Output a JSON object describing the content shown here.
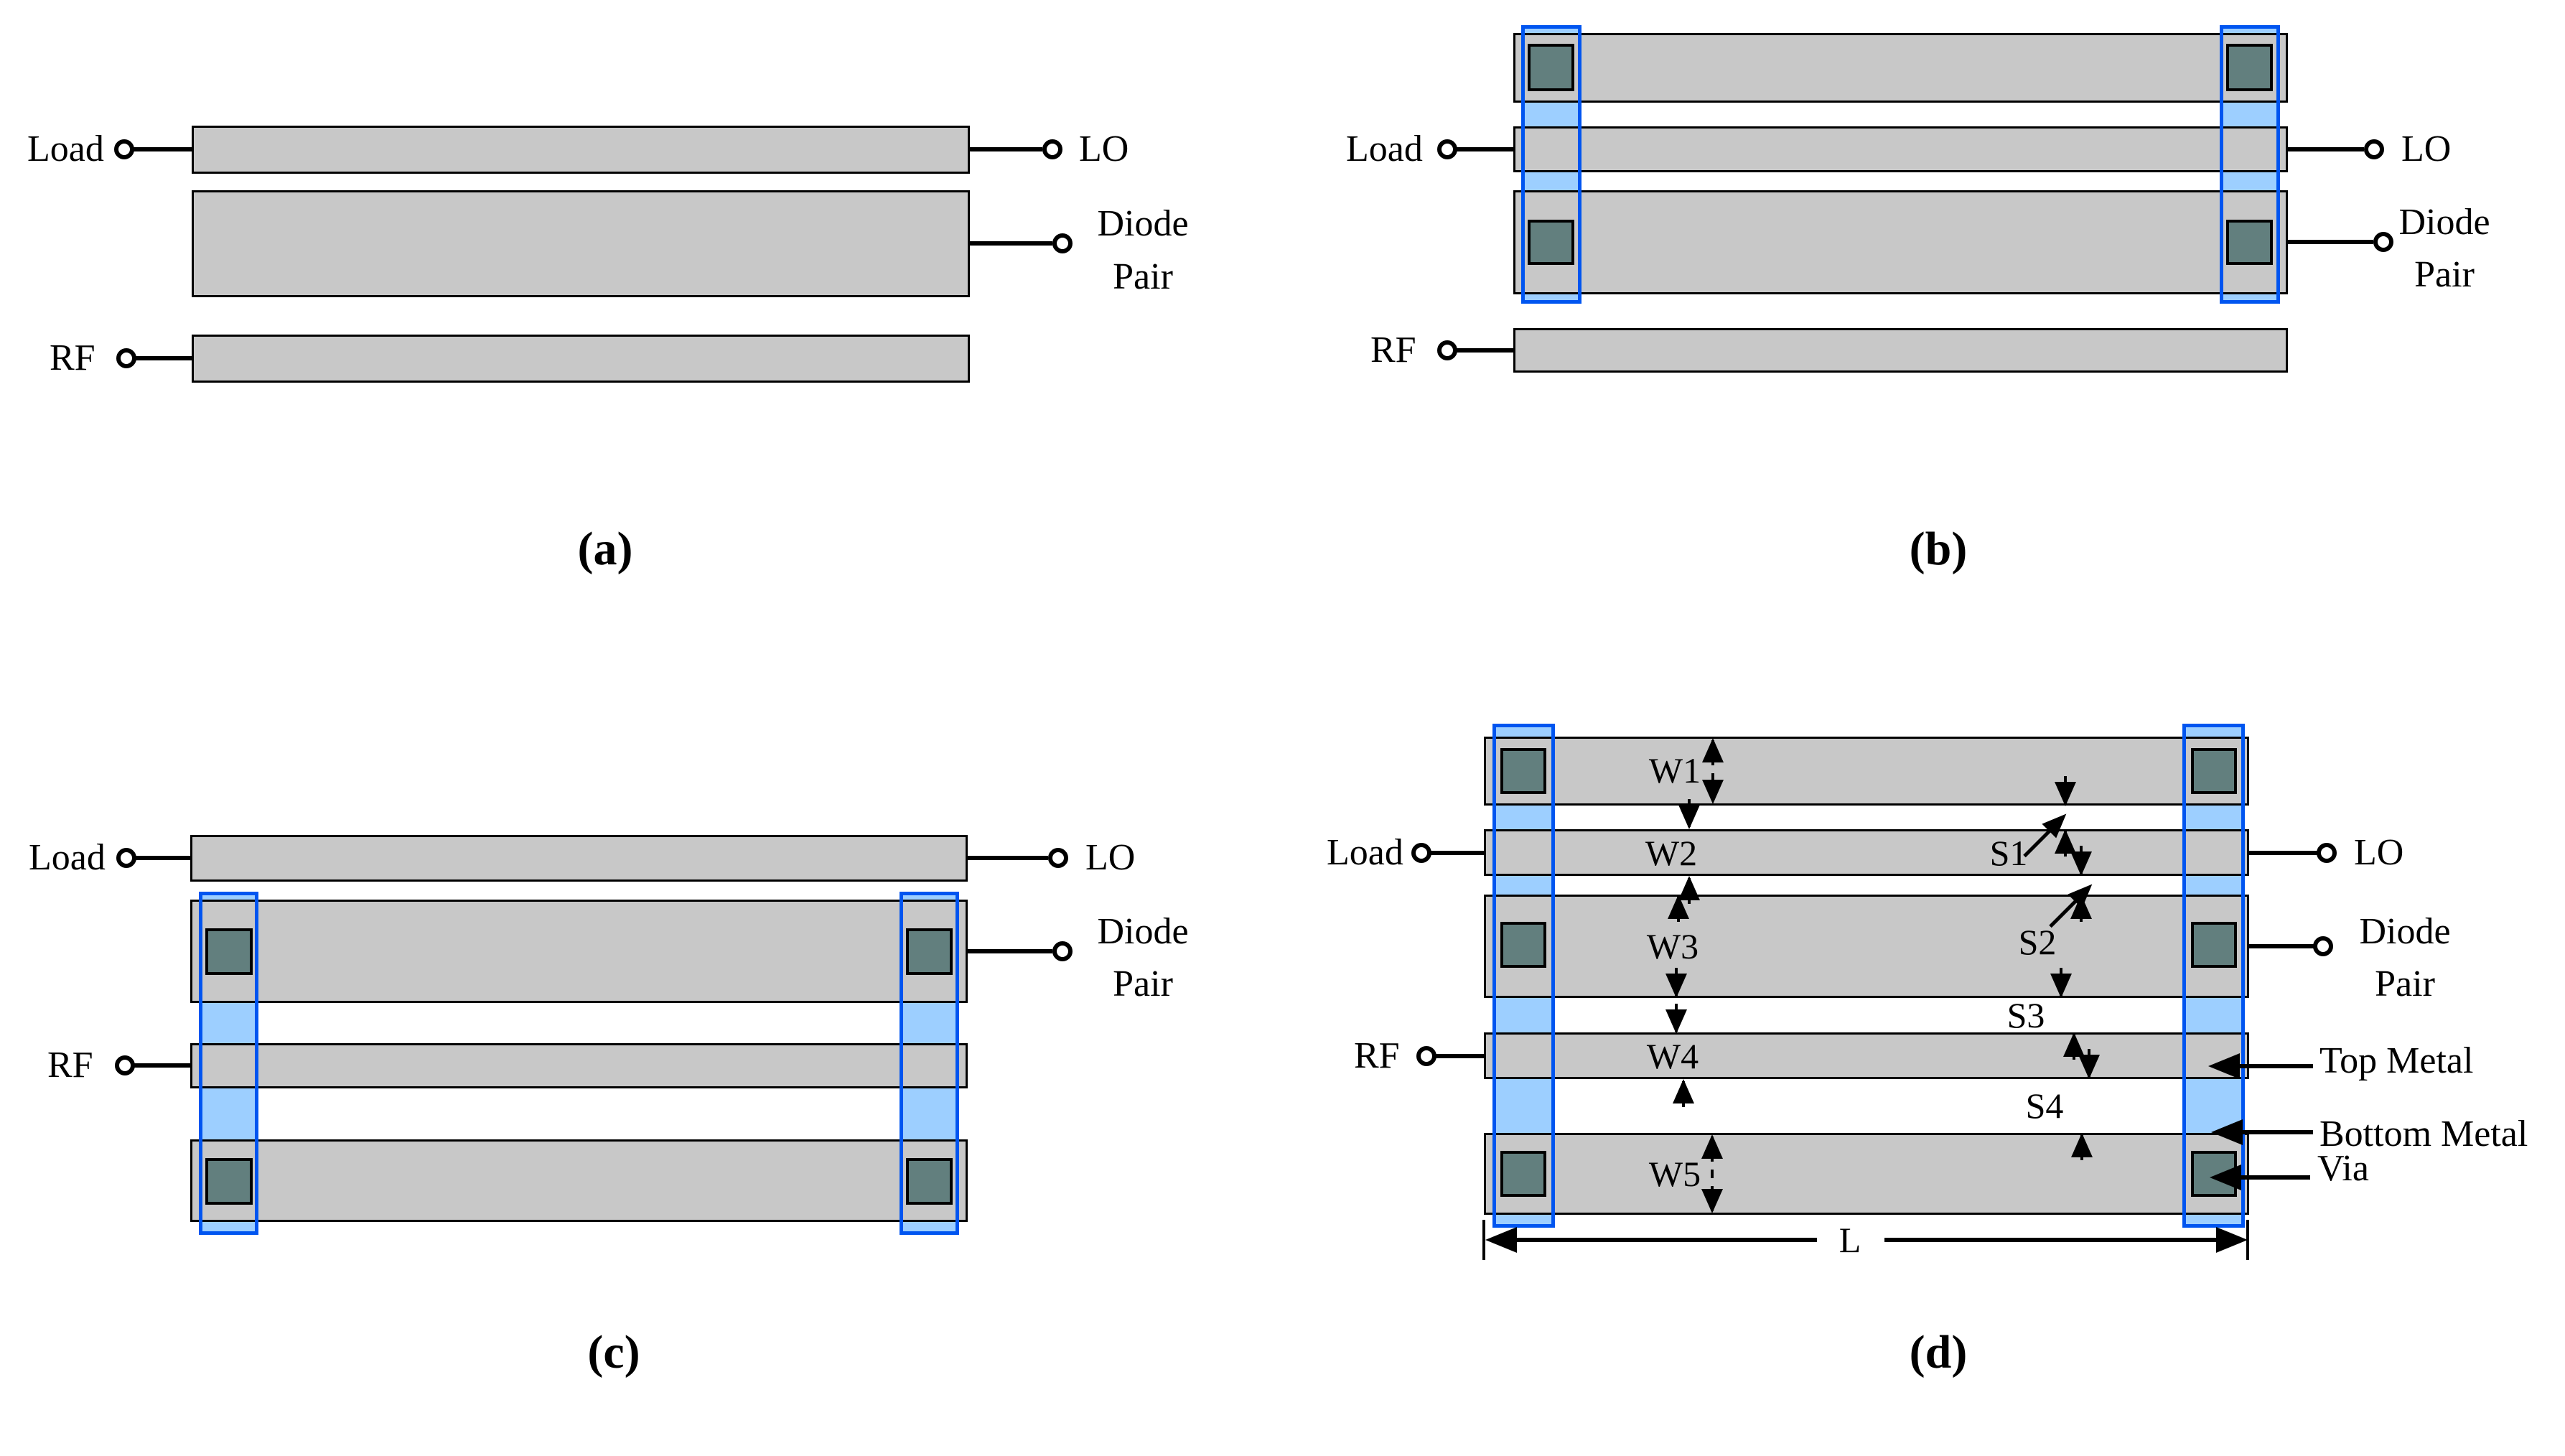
{
  "panels": {
    "a": {
      "caption": "(a)",
      "ports": {
        "load": "Load",
        "lo": "LO",
        "diode_line1": "Diode",
        "diode_line2": "Pair",
        "rf": "RF"
      }
    },
    "b": {
      "caption": "(b)",
      "ports": {
        "load": "Load",
        "lo": "LO",
        "diode_line1": "Diode",
        "diode_line2": "Pair",
        "rf": "RF"
      }
    },
    "c": {
      "caption": "(c)",
      "ports": {
        "load": "Load",
        "lo": "LO",
        "diode_line1": "Diode",
        "diode_line2": "Pair",
        "rf": "RF"
      }
    },
    "d": {
      "caption": "(d)",
      "ports": {
        "load": "Load",
        "lo": "LO",
        "diode_line1": "Diode",
        "diode_line2": "Pair",
        "rf": "RF"
      },
      "dimensions": {
        "w1": "W1",
        "w2": "W2",
        "w3": "W3",
        "w4": "W4",
        "w5": "W5",
        "s1": "S1",
        "s2": "S2",
        "s3": "S3",
        "s4": "S4",
        "length": "L"
      },
      "callouts": {
        "top_metal": "Top Metal",
        "bottom_metal": "Bottom Metal",
        "via": "Via"
      }
    }
  },
  "colors": {
    "bar_fill": "#c8c8c8",
    "bar_border": "#000000",
    "strip_fill": "#9dcfff",
    "strip_border": "#0055f0",
    "via_fill": "#627f7e",
    "background": "#ffffff"
  }
}
